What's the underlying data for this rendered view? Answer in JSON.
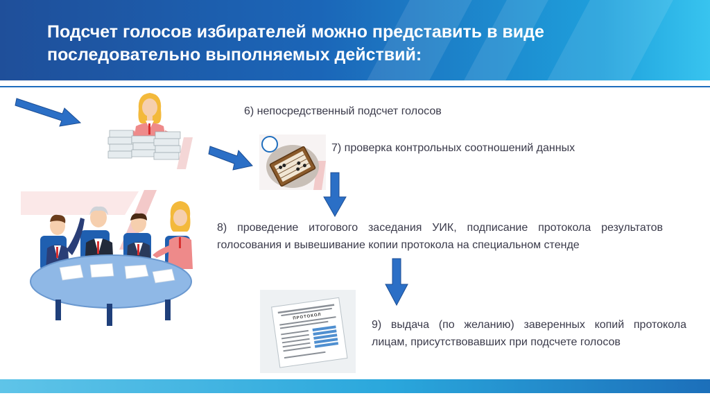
{
  "header": {
    "title": "Подсчет голосов избирателей можно представить в виде последовательно выполняемых действий:"
  },
  "steps": [
    {
      "text": "6) непосредственный подсчет голосов"
    },
    {
      "text": "7)  проверка контрольных соотношений данных"
    },
    {
      "text": "8) проведение итогового заседания УИК, подписание протокола результатов голосования и вывешивание копии протокола на специальном стенде"
    },
    {
      "text": "9) выдача (по желанию) заверенных копий протокола лицам, присутствовавших при подсчете голосов"
    }
  ],
  "illustrations": {
    "protocol_doc_label": "ПРОТОКОЛ"
  },
  "colors": {
    "header_dark": "#1f4f9a",
    "header_light": "#38c4ef",
    "arrow_blue": "#2b6fc6",
    "text": "#3a3a4a"
  }
}
